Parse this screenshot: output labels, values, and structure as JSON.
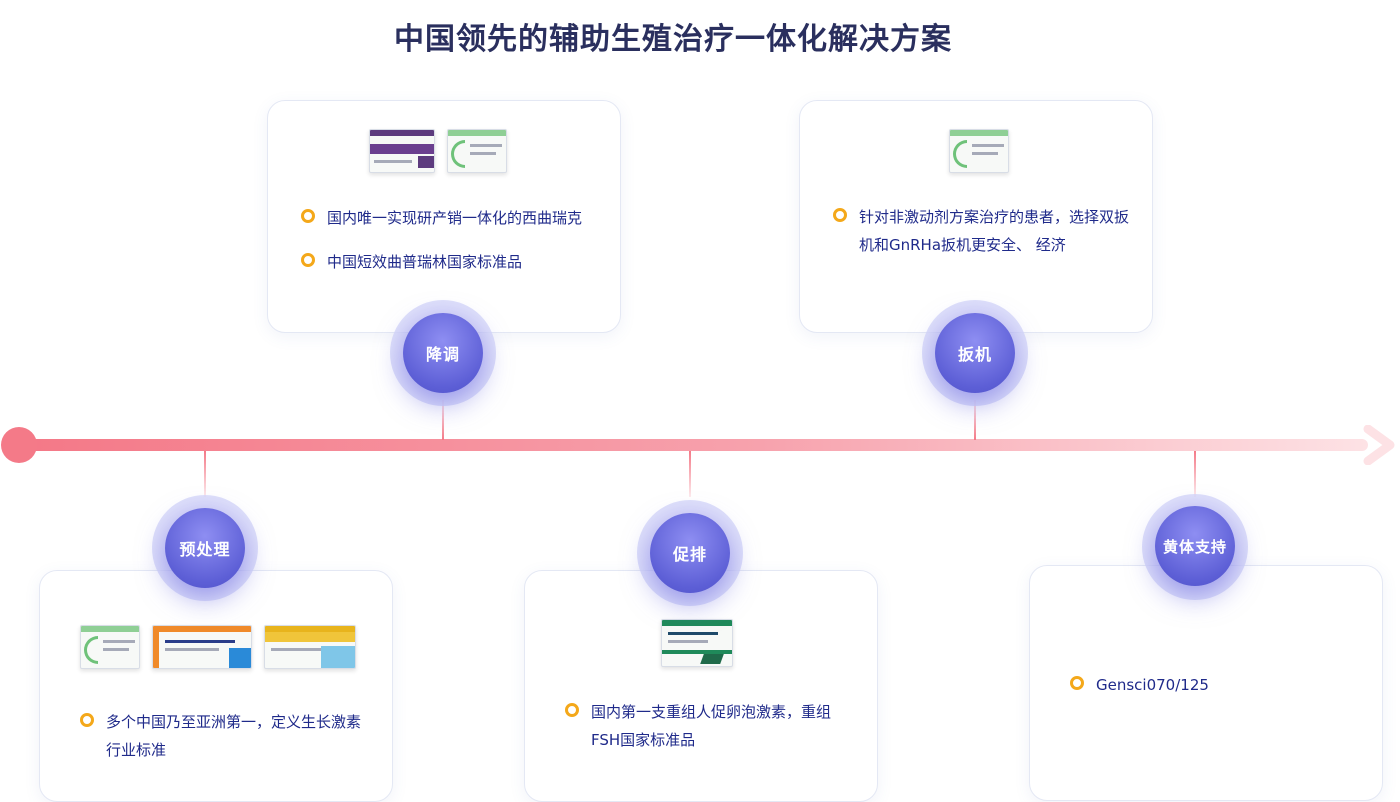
{
  "title": "中国领先的辅助生殖治疗一体化解决方案",
  "colors": {
    "timeline": "#f47a88",
    "badge": "#5d5fd6",
    "bullet": "#f4a81a",
    "text": "#1f2a8a"
  },
  "stages": {
    "downregulation": {
      "label": "降调",
      "items": [
        "国内唯一实现研产销一体化的西曲瑞克",
        "中国短效曲普瑞林国家标准品"
      ]
    },
    "trigger": {
      "label": "扳机",
      "items": [
        "针对非激动剂方案治疗的患者，选择双扳机和GnRHa扳机更安全、 经济"
      ]
    },
    "pretreatment": {
      "label": "预处理",
      "items": [
        "多个中国乃至亚洲第一，定义生长激素行业标准"
      ]
    },
    "stimulation": {
      "label": "促排",
      "items": [
        "国内第一支重组人促卵泡激素，重组FSH国家标准品"
      ]
    },
    "luteal": {
      "label": "黄体支持",
      "items": [
        "Gensci070/125"
      ]
    }
  }
}
